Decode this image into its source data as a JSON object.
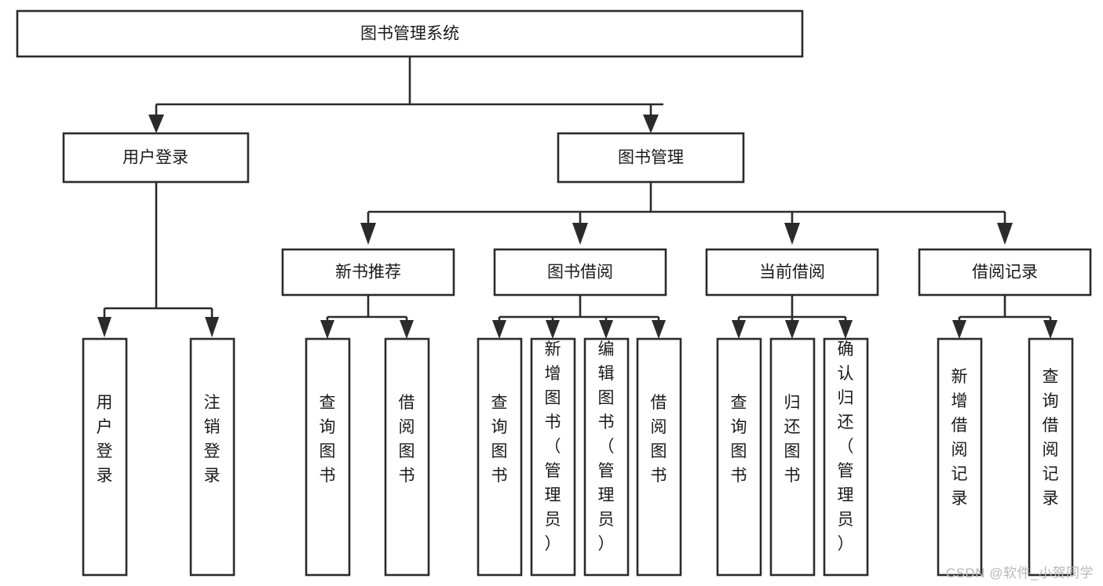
{
  "diagram": {
    "type": "tree-hierarchy",
    "title": "图书管理系统",
    "watermark": "CSDN @软件_小贺同学",
    "colors": {
      "stroke": "#2b2b2b",
      "fill": "#ffffff",
      "text": "#1a1a1a",
      "background": "#ffffff",
      "watermark": "#b8b8b8"
    },
    "root": {
      "label": "图书管理系统"
    },
    "level2": [
      {
        "label": "用户登录"
      },
      {
        "label": "图书管理"
      }
    ],
    "level3": [
      {
        "label": "新书推荐"
      },
      {
        "label": "图书借阅"
      },
      {
        "label": "当前借阅"
      },
      {
        "label": "借阅记录"
      }
    ],
    "leaves": {
      "user_login": [
        {
          "label": "用户登录"
        },
        {
          "label": "注销登录"
        }
      ],
      "new_book": [
        {
          "label": "查询图书"
        },
        {
          "label": "借阅图书"
        }
      ],
      "book_borrow": [
        {
          "label": "查询图书"
        },
        {
          "label": "新增图书（管理员）"
        },
        {
          "label": "编辑图书（管理员）"
        },
        {
          "label": "借阅图书"
        }
      ],
      "current_borrow": [
        {
          "label": "查询图书"
        },
        {
          "label": "归还图书"
        },
        {
          "label": "确认归还（管理员）"
        }
      ],
      "borrow_record": [
        {
          "label": "新增借阅记录"
        },
        {
          "label": "查询借阅记录"
        }
      ]
    }
  }
}
